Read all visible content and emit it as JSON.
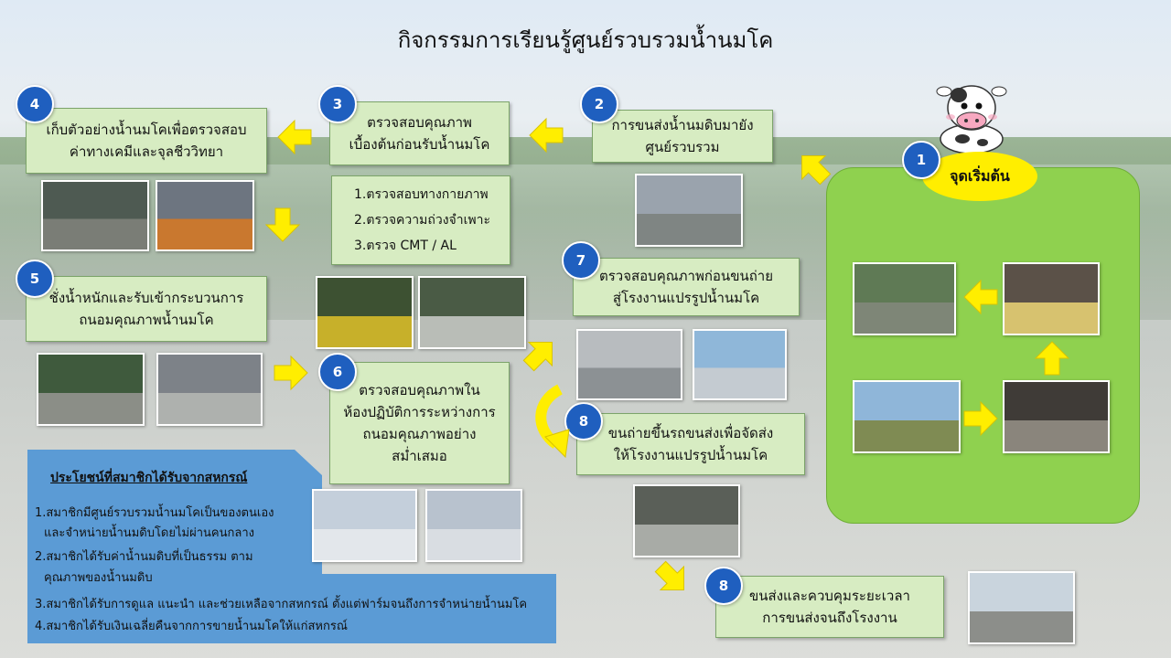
{
  "title": "กิจกรรมการเรียนรู้ศูนย์รวบรวมน้ำนมโค",
  "colors": {
    "box_fill": "#d7ecc2",
    "badge": "#1f5fbf",
    "arrow": "#ffee00",
    "benefit_panel": "#5b9bd5",
    "start_panel": "#8fd14f"
  },
  "start": {
    "number": "1",
    "label": "จุดเริ่มต้น"
  },
  "steps": [
    {
      "number": "2",
      "lines": [
        "การขนส่งน้ำนมดิบมายัง",
        "ศูนย์รวบรวม"
      ]
    },
    {
      "number": "3",
      "lines": [
        "ตรวจสอบคุณภาพ",
        "เบื้องต้นก่อนรับน้ำนมโค"
      ]
    },
    {
      "number": "4",
      "lines": [
        "เก็บตัวอย่างน้ำนมโคเพื่อตรวจสอบ",
        "ค่าทางเคมีและจุลชีววิทยา"
      ]
    },
    {
      "number": "5",
      "lines": [
        "ชั่งน้ำหนักและรับเข้ากระบวนการ",
        "ถนอมคุณภาพน้ำนมโค"
      ]
    },
    {
      "number": "6",
      "lines": [
        "ตรวจสอบคุณภาพใน",
        "ห้องปฏิบัติการระหว่างการ",
        "ถนอมคุณภาพอย่าง",
        "สม่ำเสมอ"
      ]
    },
    {
      "number": "7",
      "lines": [
        "ตรวจสอบคุณภาพก่อนขนถ่าย",
        "สู่โรงงานแปรรูปน้ำนมโค"
      ]
    },
    {
      "number": "8",
      "lines": [
        "ขนถ่ายขึ้นรถขนส่งเพื่อจัดส่ง",
        "ให้โรงงานแปรรูปน้ำนมโค"
      ]
    },
    {
      "number": "8",
      "lines": [
        "ขนส่งและควบคุมระยะเวลา",
        "การขนส่งจนถึงโรงงาน"
      ]
    }
  ],
  "checks": [
    "1.ตรวจสอบทางกายภาพ",
    "2.ตรวจความถ่วงจำเพาะ",
    "3.ตรวจ  CMT / AL"
  ],
  "benefits": {
    "title": "ประโยชน์ที่สมาชิกได้รับจากสหกรณ์",
    "items": [
      "1.สมาชิกมีศูนย์รวบรวมน้ำนมโคเป็นของตนเอง",
      "  และจำหน่ายน้ำนมดิบโดยไม่ผ่านคนกลาง",
      "2.สมาชิกได้รับค่าน้ำนมดิบที่เป็นธรรม  ตาม",
      "  คุณภาพของน้ำนมดิบ",
      "3.สมาชิกได้รับการดูแล  แนะนำ  และช่วยเหลือจากสหกรณ์  ตั้งแต่ฟาร์มจนถึงการจำหน่ายน้ำนมโค",
      "4.สมาชิกได้รับเงินเฉลี่ยคืนจากการขายน้ำนมโคให้แก่สหกรณ์"
    ]
  },
  "photos": [
    {
      "name": "milk-sampling-photo",
      "sky": "#4e5a52",
      "ground": "#7a7d76"
    },
    {
      "name": "sample-bottles-photo",
      "sky": "#6d7580",
      "ground": "#c9782f"
    },
    {
      "name": "collection-center-photo",
      "sky": "#9aa3ad",
      "ground": "#7f8583"
    },
    {
      "name": "weighing-photo",
      "sky": "#3f5a3d",
      "ground": "#8b8e87"
    },
    {
      "name": "cooling-tanks-photo",
      "sky": "#7d8288",
      "ground": "#aeb1ae"
    },
    {
      "name": "milk-cans-photo",
      "sky": "#3d5132",
      "ground": "#c7b02a"
    },
    {
      "name": "milk-cans-line-photo",
      "sky": "#4a5b45",
      "ground": "#b9bdb7"
    },
    {
      "name": "lab-photo-1",
      "sky": "#c4cfdb",
      "ground": "#e3e7eb"
    },
    {
      "name": "lab-photo-2",
      "sky": "#b8c2ce",
      "ground": "#d9dde2"
    },
    {
      "name": "tank-inspection-photo",
      "sky": "#b8bcbf",
      "ground": "#8c9194"
    },
    {
      "name": "tanker-top-photo",
      "sky": "#8fb7d9",
      "ground": "#c4cbd1"
    },
    {
      "name": "tanker-truck-photo",
      "sky": "#5a5f58",
      "ground": "#a8aba6"
    },
    {
      "name": "factory-photo",
      "sky": "#c9d4dd",
      "ground": "#8c8e8a"
    },
    {
      "name": "farm-truck-photo",
      "sky": "#5f7a55",
      "ground": "#7e8677"
    },
    {
      "name": "milking-photo",
      "sky": "#5b5148",
      "ground": "#d7c26f"
    },
    {
      "name": "cows-pasture-photo",
      "sky": "#8fb6d9",
      "ground": "#7f8b53"
    },
    {
      "name": "cows-feeding-photo",
      "sky": "#3f3b37",
      "ground": "#8a857c"
    }
  ]
}
